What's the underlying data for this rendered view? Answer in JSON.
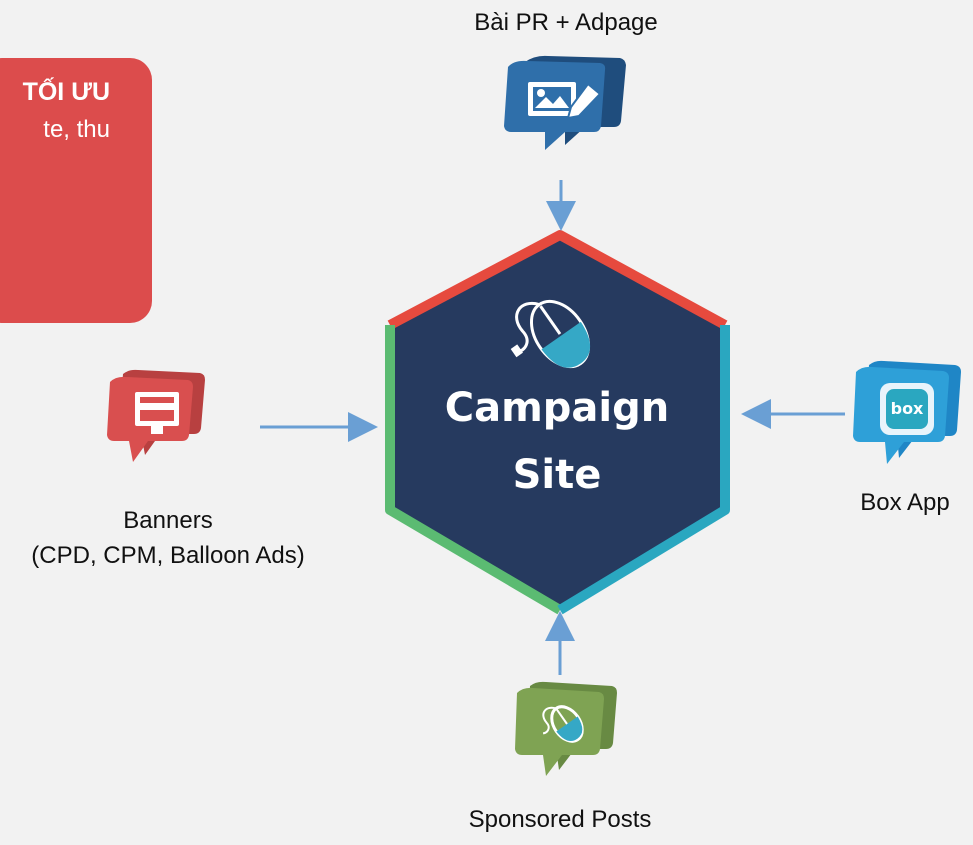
{
  "card": {
    "title": "TỐI ƯU",
    "text": "te, thu"
  },
  "center": {
    "line1": "Campaign",
    "line2": "Site"
  },
  "nodes": {
    "top": {
      "label": "Bài PR + Adpage",
      "icon": "photo-edit-icon"
    },
    "left": {
      "label_line1": "Banners",
      "label_line2": "(CPD, CPM, Balloon Ads)",
      "icon": "monitor-icon"
    },
    "right": {
      "label": "Box App",
      "icon": "box-app-icon"
    },
    "bottom": {
      "label": "Sponsored Posts",
      "icon": "mouse-icon"
    }
  },
  "colors": {
    "background": "#f2f2f2",
    "card": "#dc4c4c",
    "hexagon_fill": "#263a5f",
    "hexagon_top_border": "#e64a3e",
    "hexagon_left_border": "#5bbb72",
    "hexagon_right_border": "#2aa7c0",
    "arrow": "#6a9fd4",
    "top_icon": "#2d5f93",
    "left_icon": "#d94f4f",
    "right_icon": "#2f8fc8",
    "bottom_icon": "#7fa353"
  }
}
